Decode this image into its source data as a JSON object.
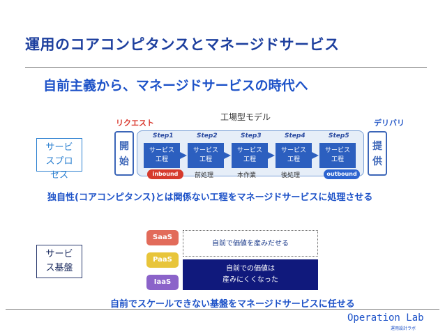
{
  "slide": {
    "title": "運用のコアコンピタンスとマネージドサービス",
    "subtitle": "自前主義から、マネージドサービスの時代へ"
  },
  "factory": {
    "model_label": "工場型モデル",
    "request_label": "リクエスト",
    "delivery_label": "デリバリ",
    "start_label": "開始",
    "end_label": "提供",
    "steps": [
      {
        "label": "Step1",
        "box": "サービス工程"
      },
      {
        "label": "Step2",
        "box": "サービス工程"
      },
      {
        "label": "Step3",
        "box": "サービス工程"
      },
      {
        "label": "Step4",
        "box": "サービス工程"
      },
      {
        "label": "Step5",
        "box": "サービス工程"
      }
    ],
    "inbound": "inbound",
    "outbound": "outbound",
    "phases": [
      "前処理",
      "本作業",
      "後処理"
    ]
  },
  "service_process_label": "サービスプロセス",
  "note_process": "独自性(コアコンピタンス)とは関係ない工程をマネージドサービスに処理させる",
  "infra": {
    "label": "サービス基盤",
    "tiers": [
      "SaaS",
      "PaaS",
      "IaaS"
    ],
    "dotted_text": "自前で価値を産みだせる",
    "solid_text_line1": "自前での価値は",
    "solid_text_line2": "産みにくくなった"
  },
  "note_infra": "自前でスケールできない基盤をマネージドサービスに任せる",
  "footer": {
    "logo": "Operation Lab",
    "logo_sub": "運用設計ラボ"
  },
  "colors": {
    "title": "#1d3f9e",
    "accent_blue": "#1d52c8",
    "step_box": "#2c5fbf",
    "inbound": "#d63a2c",
    "outbound": "#2c64d0",
    "saas": "#e26b5a",
    "paas": "#e8c53a",
    "iaas": "#8b63c9",
    "solid_box": "#10197c"
  }
}
